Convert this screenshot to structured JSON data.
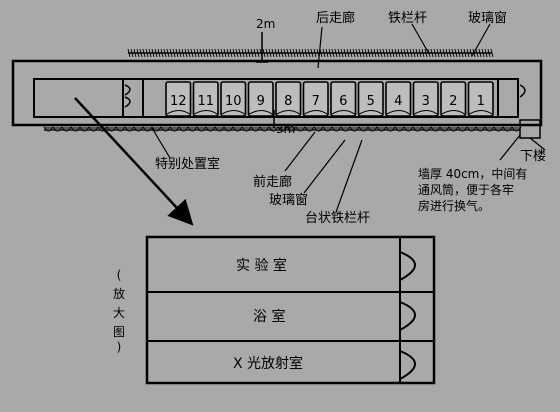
{
  "labels": {
    "width_2m": "2m",
    "rear_corridor": "后走廊",
    "iron_railing": "铁栏杆",
    "glass_window_top": "玻璃窗",
    "width_3m": "3m",
    "special_room": "特别处置室",
    "front_corridor": "前走廊",
    "glass_window_bottom": "玻璃窗",
    "terrace_railing": "台状铁栏杆",
    "downstairs": "下楼"
  },
  "wall_note": [
    "墙厚 40cm，中间有",
    "通风筒，便于各牢",
    "房进行换气。"
  ],
  "enlarged_view": [
    "(",
    "放",
    "大",
    "图",
    ")"
  ],
  "cells": [
    "12",
    "11",
    "10",
    "9",
    "8",
    "7",
    "6",
    "5",
    "4",
    "3",
    "2",
    "1"
  ],
  "rooms": {
    "lab": "实 验 室",
    "bath": "浴    室",
    "xray": "X 光放射室"
  }
}
